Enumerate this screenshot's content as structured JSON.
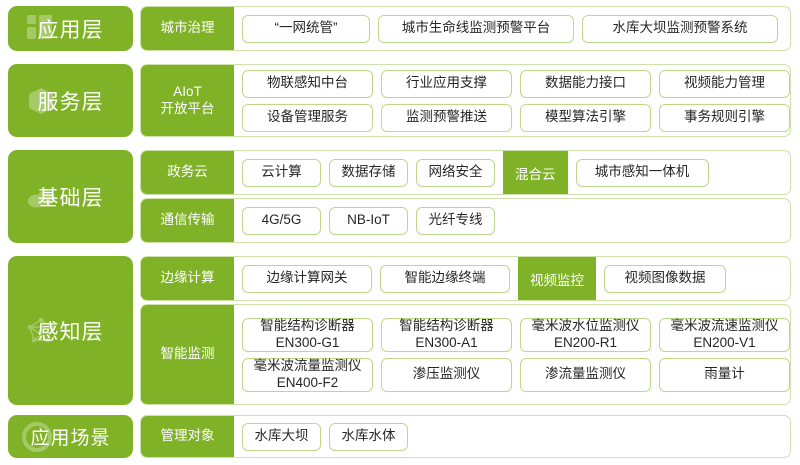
{
  "colors": {
    "green": "#80b227",
    "pill_border": "#bcd98a",
    "panel_border": "#cfe2ab",
    "text": "#262626",
    "white": "#ffffff"
  },
  "layers": [
    {
      "key": "application",
      "label": "应用层",
      "glyph": "app-grid-icon"
    },
    {
      "key": "service",
      "label": "服务层",
      "glyph": "cube-icon"
    },
    {
      "key": "infrastructure",
      "label": "基础层",
      "glyph": "cloud-icon"
    },
    {
      "key": "perception",
      "label": "感知层",
      "glyph": "network-nodes-icon"
    },
    {
      "key": "scenario",
      "label": "应用场景",
      "glyph": "circle-icon"
    }
  ],
  "rows": {
    "city_governance": {
      "label": "城市治理",
      "items": [
        "“一网统管”",
        "城市生命线监测预警平台",
        "水库大坝监测预警系统"
      ]
    },
    "aiot_platform": {
      "label": "AIoT\n开放平台",
      "line1": [
        "物联感知中台",
        "行业应用支撑",
        "数据能力接口",
        "视频能力管理"
      ],
      "line2": [
        "设备管理服务",
        "监测预警推送",
        "模型算法引擎",
        "事务规则引擎"
      ]
    },
    "government_cloud": {
      "label": "政务云",
      "items": [
        "云计算",
        "数据存储",
        "网络安全"
      ],
      "inline_label": "混合云",
      "inline_items": [
        "城市感知一体机"
      ]
    },
    "communication": {
      "label": "通信传输",
      "items": [
        "4G/5G",
        "NB-IoT",
        "光纤专线"
      ]
    },
    "edge_computing": {
      "label": "边缘计算",
      "items": [
        "边缘计算网关",
        "智能边缘终端"
      ],
      "inline_label": "视频监控",
      "inline_items": [
        "视频图像数据"
      ]
    },
    "smart_monitoring": {
      "label": "智能监测",
      "line1": [
        "智能结构诊断器\nEN300-G1",
        "智能结构诊断器\nEN300-A1",
        "毫米波水位监测仪\nEN200-R1",
        "毫米波流速监测仪\nEN200-V1"
      ],
      "line2": [
        "毫米波流量监测仪\nEN400-F2",
        "渗压监测仪",
        "渗流量监测仪",
        "雨量计"
      ]
    },
    "managed_objects": {
      "label": "管理对象",
      "items": [
        "水库大坝",
        "水库水体"
      ]
    }
  }
}
